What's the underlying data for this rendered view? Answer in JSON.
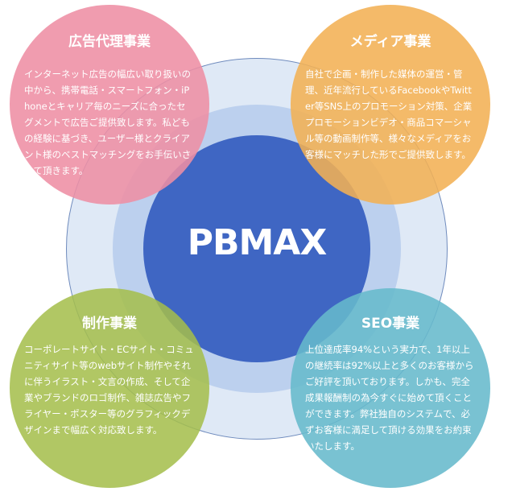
{
  "brand": "PBMAX",
  "sections": {
    "ad": {
      "title": "広告代理事業",
      "body": "インターネット広告の幅広い取り扱いの中から、携帯電話・スマートフォン・iPhoneとキャリア毎のニーズに合ったセグメントで広告ご提供致します。私どもの経験に基づき、ユーザー様とクライアント様のベストマッチングをお手伝いさせて頂きます。"
    },
    "media": {
      "title": "メディア事業",
      "body": "自社で企画・制作した媒体の運営・管理、近年流行しているFacebookやTwitter等SNS上のプロモーション対策、企業プロモーションビデオ・商品コマーシャル等の動画制作等、様々なメディアをお客様にマッチした形でご提供致します。"
    },
    "production": {
      "title": "制作事業",
      "body": "コーポレートサイト・ECサイト・コミュニティサイト等のwebサイト制作やそれに伴うイラスト・文言の作成、そして企業やブランドのロゴ制作、雑誌広告やフライヤー・ポスター等のグラフィックデザインまで幅広く対応致します。"
    },
    "seo": {
      "title": "SEO事業",
      "body": "上位達成率94%という実力で、1年以上の継続率は92%以上と多くのお客様からご好評を頂いております。しかも、完全成果報酬制の為今すぐに始めて頂くことができます。弊社独自のシステムで、必ずお客様に満足して頂ける効果をお約束いたします。"
    }
  }
}
